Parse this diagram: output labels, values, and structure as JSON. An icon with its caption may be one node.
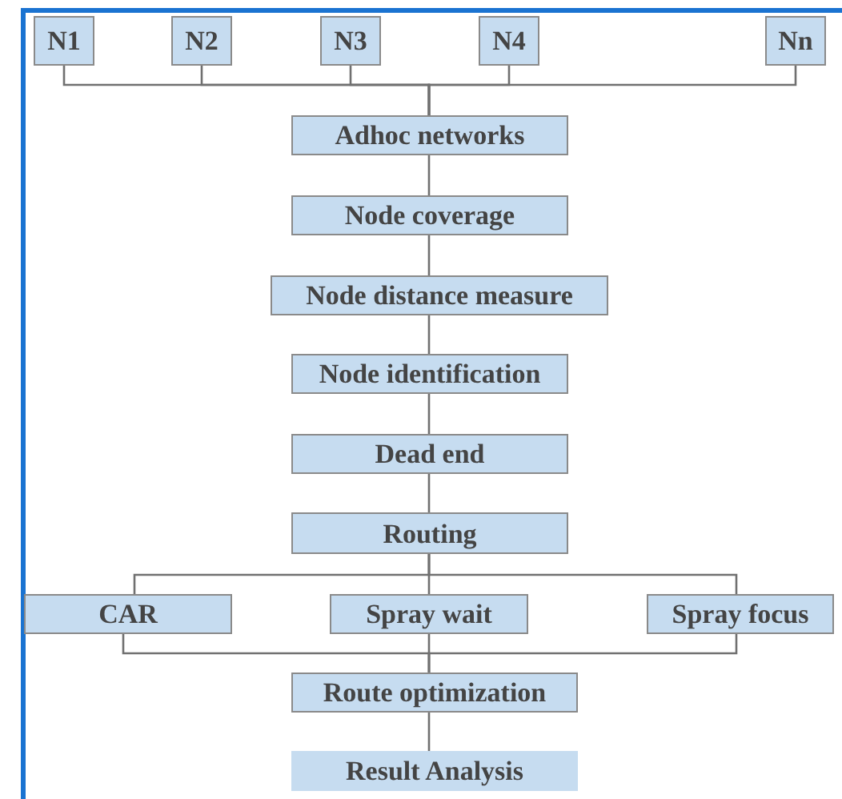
{
  "diagram": {
    "nodes": [
      {
        "text": [
          "N1"
        ]
      },
      {
        "text": [
          "N2"
        ]
      },
      {
        "text": [
          "N3"
        ]
      },
      {
        "text": [
          "N4"
        ]
      },
      {
        "text": [
          "Nn"
        ]
      },
      {
        "text": [
          "Adhoc networks"
        ]
      },
      {
        "text": [
          "Node coverage"
        ]
      },
      {
        "text": [
          "Node distance measure"
        ]
      },
      {
        "text": [
          "Node identification"
        ]
      },
      {
        "text": [
          "Dead end"
        ]
      },
      {
        "text": [
          "Routing"
        ]
      },
      {
        "text": [
          "CAR"
        ]
      },
      {
        "text": [
          "Spray wait"
        ]
      },
      {
        "text": [
          "Spray focus"
        ]
      },
      {
        "text": [
          "Route optimization"
        ]
      },
      {
        "text": [
          "Result Analysis"
        ]
      }
    ],
    "edges": [
      {
        "from": 0,
        "to": 5,
        "arrow": "none"
      },
      {
        "from": 1,
        "to": 5,
        "arrow": "none"
      },
      {
        "from": 2,
        "to": 5,
        "arrow": "none"
      },
      {
        "from": 3,
        "to": 5,
        "arrow": "none"
      },
      {
        "from": 4,
        "to": 5,
        "arrow": "none"
      },
      {
        "from": 5,
        "to": 6,
        "arrow": "none"
      },
      {
        "from": 6,
        "to": 7,
        "arrow": "none"
      },
      {
        "from": 7,
        "to": 8,
        "arrow": "none"
      },
      {
        "from": 8,
        "to": 9,
        "arrow": "none"
      },
      {
        "from": 9,
        "to": 10,
        "arrow": "none"
      },
      {
        "from": 10,
        "to": 11,
        "arrow": "none"
      },
      {
        "from": 10,
        "to": 12,
        "arrow": "none"
      },
      {
        "from": 10,
        "to": 13,
        "arrow": "none"
      },
      {
        "from": 11,
        "to": 14,
        "arrow": "none"
      },
      {
        "from": 12,
        "to": 14,
        "arrow": "none"
      },
      {
        "from": 13,
        "to": 14,
        "arrow": "none"
      },
      {
        "from": 14,
        "to": 15,
        "arrow": "none"
      }
    ]
  }
}
